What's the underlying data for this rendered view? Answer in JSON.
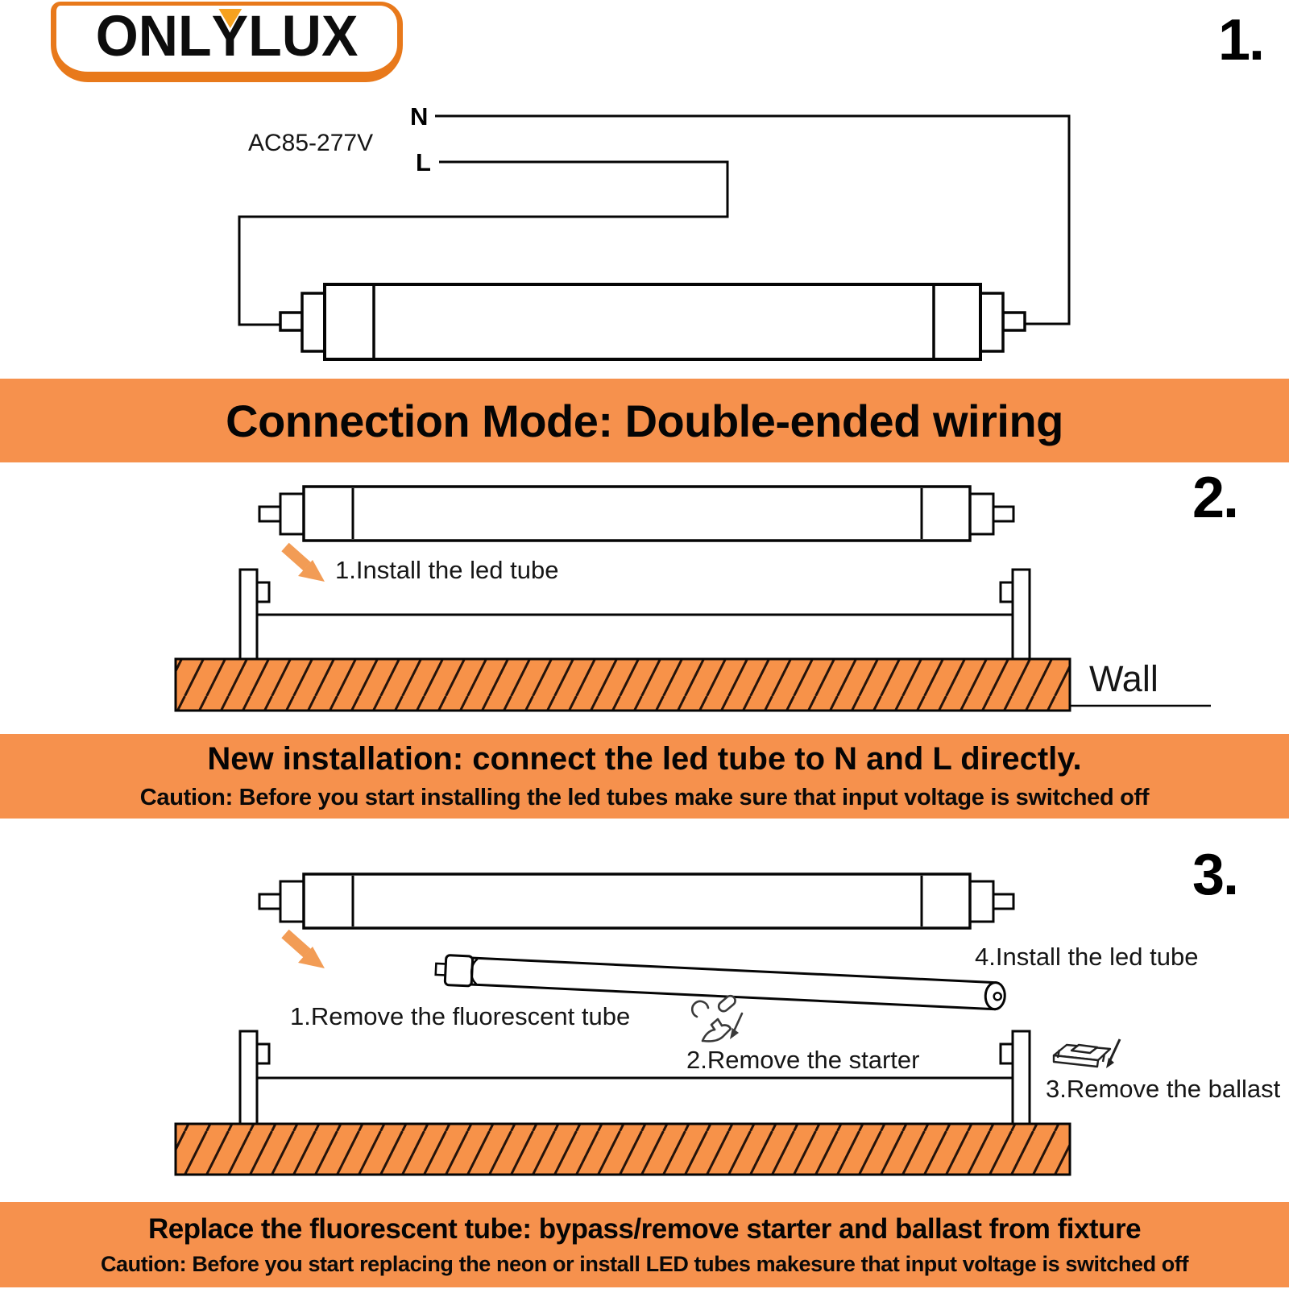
{
  "logo": {
    "text_left": "ONL",
    "text_y": "Y",
    "text_right": "LUX"
  },
  "colors": {
    "banner_orange": "#F6914D",
    "wall_orange": "#F79249",
    "logo_border_orange": "#E8791B",
    "logo_triangle_orange": "#F6A11F",
    "arrow_orange": "#F29C55",
    "line_black": "#050505"
  },
  "icons": {
    "logo_y_triangle": "triangle-down-icon",
    "install_arrow": "arrow-down-right-icon",
    "remove_starter": "hand-twisting-starter-icon",
    "remove_ballast": "ballast-box-icon"
  },
  "step1": {
    "number": "1.",
    "voltage_label": "AC85-277V",
    "wire_n_label": "N",
    "wire_l_label": "L"
  },
  "banner1": {
    "title": "Connection Mode: Double-ended wiring"
  },
  "step2": {
    "number": "2.",
    "install_label": "1.Install the led tube",
    "wall_label": "Wall"
  },
  "banner2": {
    "title": "New installation: connect the led tube to N and L directly.",
    "caution": "Caution: Before you start installing the led tubes make sure that input voltage is switched off"
  },
  "step3": {
    "number": "3.",
    "remove_tube_label": "1.Remove the fluorescent tube",
    "remove_starter_label": "2.Remove the starter",
    "remove_ballast_label": "3.Remove the ballast",
    "install_label": "4.Install the led tube"
  },
  "banner3": {
    "title": "Replace the fluorescent tube: bypass/remove starter and ballast from fixture",
    "caution": "Caution: Before you start replacing the neon or install LED tubes makesure that input voltage is switched off"
  }
}
